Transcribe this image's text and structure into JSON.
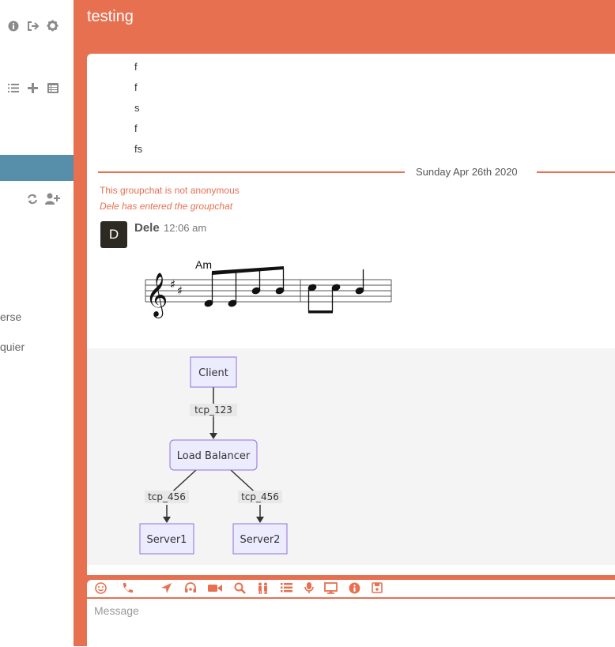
{
  "sidebar": {
    "top_icons": [
      "info-icon",
      "sign-out-icon",
      "gear-icon"
    ],
    "list_icons": [
      "list-icon",
      "plus-icon",
      "table-icon"
    ],
    "room_icons": [
      "refresh-icon",
      "add-user-icon"
    ],
    "items": [
      "erse",
      "quier"
    ]
  },
  "chat": {
    "title": "testing",
    "messages": [
      "f",
      "f",
      "s",
      "f",
      "fs"
    ],
    "date_separator": "Sunday Apr 26th 2020",
    "info_not_anonymous": "This groupchat is not anonymous",
    "info_entered": "Dele has entered the groupchat",
    "author": "Dele",
    "author_initial": "D",
    "time": "12:06 am",
    "music_chord": "Am",
    "diagram": {
      "nodes": [
        "Client",
        "Load Balancer",
        "Server1",
        "Server2"
      ],
      "edge_labels": [
        "tcp_123",
        "tcp_456",
        "tcp_456"
      ]
    }
  },
  "toolbar": {
    "icons": [
      "smiley-icon",
      "phone-icon",
      "location-icon",
      "headset-icon",
      "video-icon",
      "search-icon",
      "users-icon",
      "list-icon",
      "microphone-icon",
      "desktop-icon",
      "info-icon",
      "save-icon"
    ]
  },
  "composer": {
    "placeholder": "Message"
  },
  "colors": {
    "accent": "#e77051",
    "selected": "#578eaa",
    "node_fill": "#ececff",
    "node_stroke": "#9370db"
  }
}
